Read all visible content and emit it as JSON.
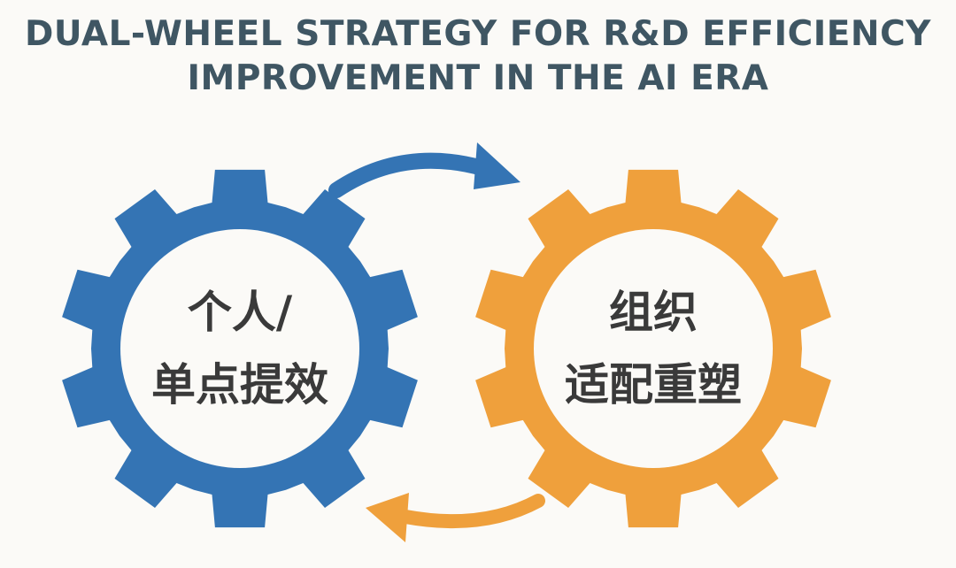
{
  "title": {
    "line1": "DUAL-WHEEL STRATEGY FOR R&D EFFICIENCY",
    "line2": "IMPROVEMENT IN THE AI ERA"
  },
  "left_gear": {
    "line1": "个人/",
    "line2": "单点提效",
    "color": "#3474b4"
  },
  "right_gear": {
    "line1": "组织",
    "line2": "适配重塑",
    "color": "#efa03c"
  },
  "colors": {
    "background": "#fbfaf7",
    "title_text": "#3f5663",
    "gear_text": "#3a3a3a",
    "gear_hole": "#fbfaf7",
    "top_arrow": "#3474b4",
    "bottom_arrow": "#efa03c"
  }
}
